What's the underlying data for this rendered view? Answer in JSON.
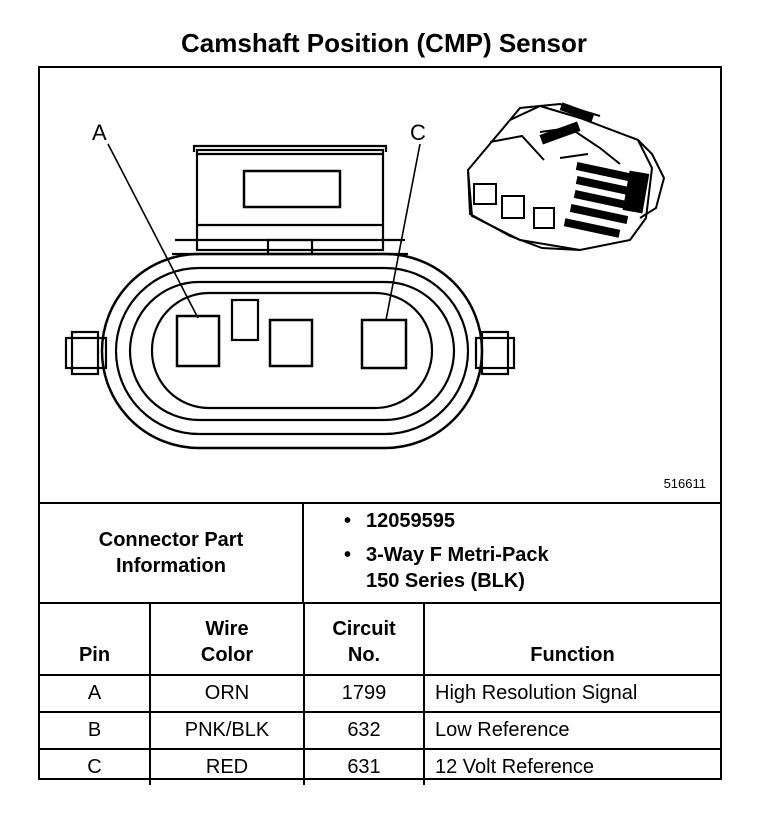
{
  "title": "Camshaft Position (CMP) Sensor",
  "diagram": {
    "pin_callouts": [
      "A",
      "C"
    ],
    "part_number": "516611"
  },
  "connector": {
    "label_line1": "Connector Part",
    "label_line2": "Information",
    "part_id": "12059595",
    "type_line1": "3-Way F Metri-Pack",
    "type_line2": "150 Series (BLK)",
    "bullet": "•"
  },
  "table": {
    "headers": {
      "pin": "Pin",
      "wire_line1": "Wire",
      "wire_line2": "Color",
      "circuit_line1": "Circuit",
      "circuit_line2": "No.",
      "function": "Function"
    },
    "rows": [
      {
        "pin": "A",
        "wire": "ORN",
        "circuit": "1799",
        "function": "High Resolution Signal"
      },
      {
        "pin": "B",
        "wire": "PNK/BLK",
        "circuit": "632",
        "function": "Low Reference"
      },
      {
        "pin": "C",
        "wire": "RED",
        "circuit": "631",
        "function": "12 Volt Reference"
      }
    ]
  }
}
